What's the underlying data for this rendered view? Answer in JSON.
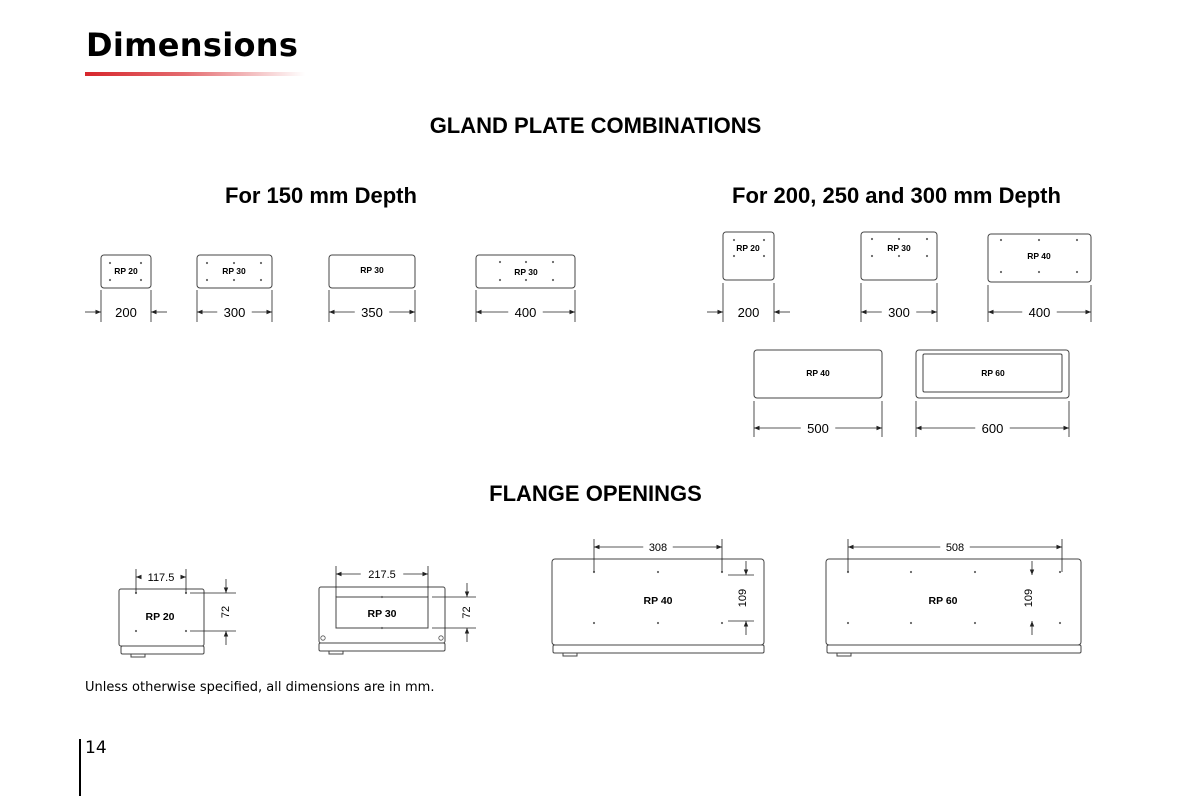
{
  "page": {
    "title": "Dimensions",
    "accent_color": "#d7262c",
    "page_number": "14",
    "footnote": "Unless otherwise specified, all dimensions are in mm."
  },
  "gland_plates": {
    "heading": "GLAND PLATE COMBINATIONS",
    "depth_150": {
      "heading": "For 150 mm Depth",
      "plates": [
        {
          "label": "RP 20",
          "width": "200"
        },
        {
          "label": "RP 30",
          "width": "300"
        },
        {
          "label": "RP 30",
          "width": "350"
        },
        {
          "label": "RP 30",
          "width": "400"
        }
      ]
    },
    "depth_200_300": {
      "heading": "For 200, 250 and 300 mm Depth",
      "plates": [
        {
          "label": "RP 20",
          "width": "200"
        },
        {
          "label": "RP 30",
          "width": "300"
        },
        {
          "label": "RP 40",
          "width": "400"
        },
        {
          "label": "RP 40",
          "width": "500"
        },
        {
          "label": "RP 60",
          "width": "600"
        }
      ]
    }
  },
  "flange_openings": {
    "heading": "FLANGE OPENINGS",
    "items": [
      {
        "label": "RP 20",
        "width": "117.5",
        "height": "72"
      },
      {
        "label": "RP 30",
        "width": "217.5",
        "height": "72"
      },
      {
        "label": "RP 40",
        "width": "308",
        "height": "109"
      },
      {
        "label": "RP 60",
        "width": "508",
        "height": "109"
      }
    ]
  }
}
